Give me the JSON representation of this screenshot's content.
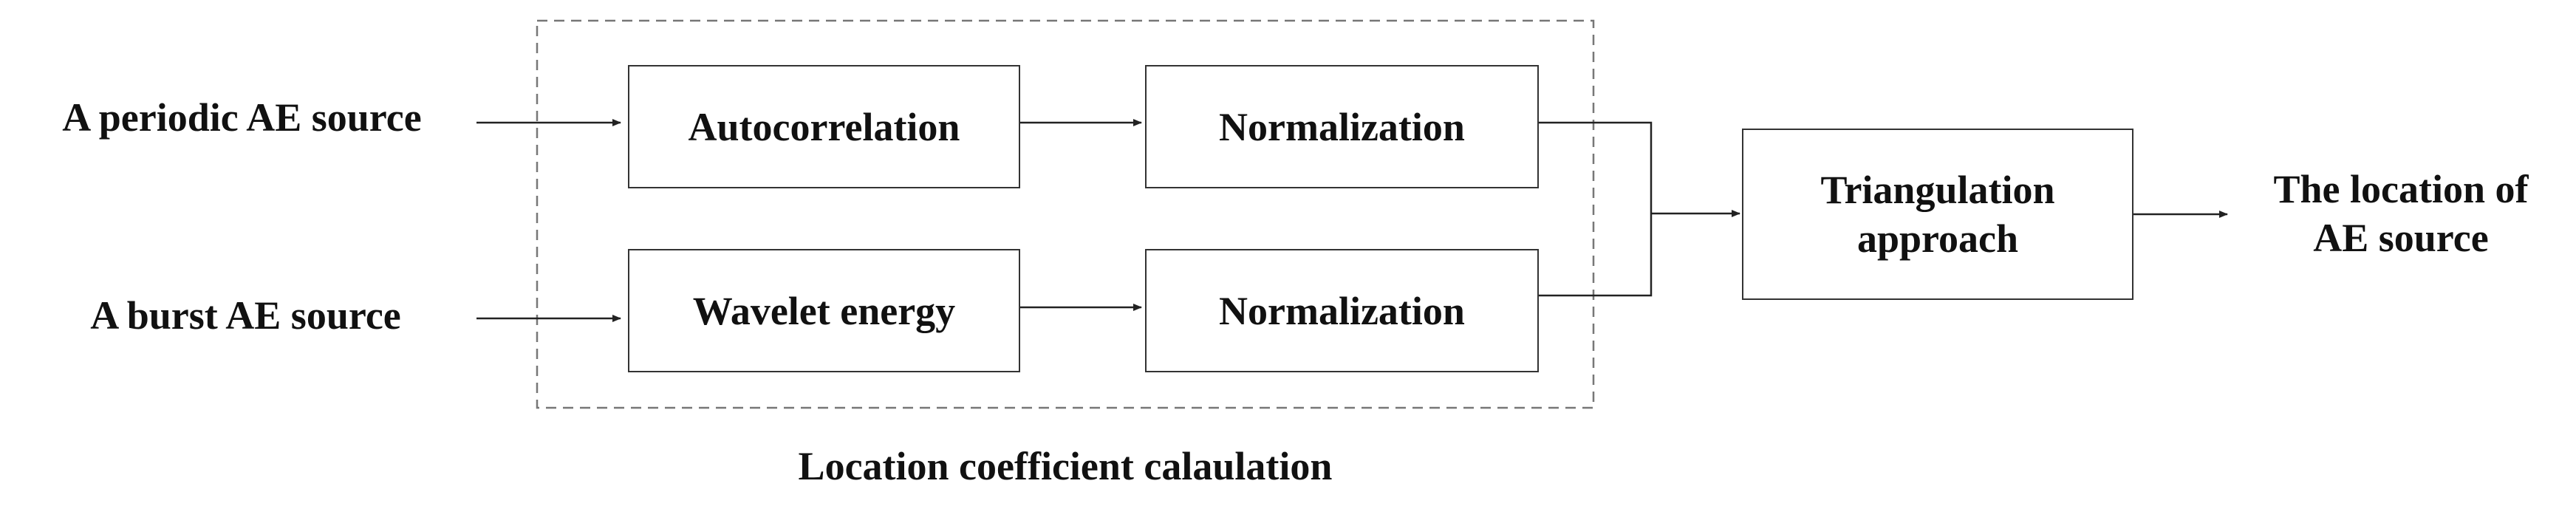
{
  "inputs": {
    "periodic_source": "A periodic AE source",
    "burst_source": "A burst AE source"
  },
  "process": {
    "autocorrelation": "Autocorrelation",
    "normalization_top": "Normalization",
    "wavelet_energy": "Wavelet energy",
    "normalization_bottom": "Normalization",
    "group_label": "Location coefficient calaulation"
  },
  "triangulation": {
    "line1": "Triangulation",
    "line2": "approach"
  },
  "output": {
    "line1": "The location of",
    "line2": "AE source"
  },
  "colors": {
    "stroke": "#333333",
    "dashed_border": "#777777",
    "text": "#111111"
  }
}
